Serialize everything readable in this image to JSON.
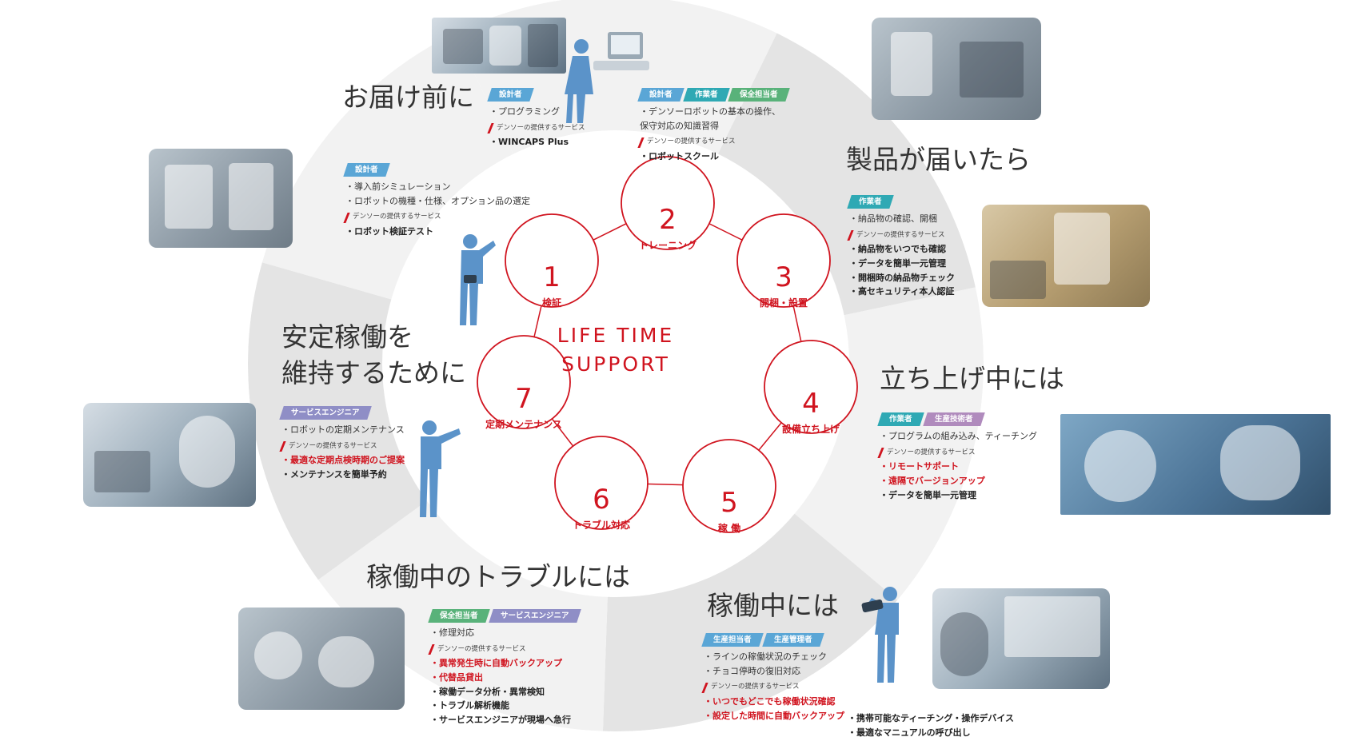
{
  "center_title": "LIFE TIME\nSUPPORT",
  "colors": {
    "accent": "#d0141f",
    "wheel_light": "#f2f2f2",
    "wheel_dark": "#e4e4e4",
    "figure": "#5b93c9"
  },
  "service_label": "デンソーの提供するサービス",
  "steps": [
    {
      "number": "1",
      "name": "検証"
    },
    {
      "number": "2",
      "name": "トレーニング"
    },
    {
      "number": "3",
      "name": "開梱・設置"
    },
    {
      "number": "4",
      "name": "設備立ち上げ"
    },
    {
      "number": "5",
      "name": "稼 働"
    },
    {
      "number": "6",
      "name": "トラブル対応"
    },
    {
      "number": "7",
      "name": "定期メンテナンス"
    }
  ],
  "sections": {
    "before_delivery": {
      "heading": "お届け前に",
      "programming": {
        "tags": [
          "設計者"
        ],
        "desc": [
          "プログラミング"
        ],
        "services": [
          "WINCAPS Plus"
        ]
      },
      "verification": {
        "tags": [
          "設計者"
        ],
        "desc": [
          "導入前シミュレーション",
          "ロボットの機種・仕様、オプション品の選定"
        ],
        "services": [
          "ロボット検証テスト"
        ]
      }
    },
    "training": {
      "tags": [
        "設計者",
        "作業者",
        "保全担当者"
      ],
      "desc": [
        "デンソーロボットの基本の操作、\n保守対応の知識習得"
      ],
      "services": [
        "ロボットスクール"
      ]
    },
    "on_arrival": {
      "heading": "製品が届いたら",
      "tags": [
        "作業者"
      ],
      "desc": [
        "納品物の確認、開梱"
      ],
      "services": [
        "納品物をいつでも確認",
        "データを簡単一元管理",
        "開梱時の納品物チェック",
        "高セキュリティ本人認証"
      ]
    },
    "startup": {
      "heading": "立ち上げ中には",
      "tags": [
        "作業者",
        "生産技術者"
      ],
      "desc": [
        "プログラムの組み込み、ティーチング"
      ],
      "services": [
        "リモートサポート",
        "遠隔でバージョンアップ",
        "データを簡単一元管理"
      ]
    },
    "in_operation": {
      "heading": "稼働中には",
      "tags": [
        "生産担当者",
        "生産管理者"
      ],
      "desc": [
        "ラインの稼働状況のチェック",
        "チョコ停時の復旧対応"
      ],
      "services_left": [
        "いつでもどこでも稼働状況確認",
        "設定した時間に自動バックアップ"
      ],
      "services_right": [
        "携帯可能なティーチング・操作デバイス",
        "最適なマニュアルの呼び出し"
      ]
    },
    "trouble": {
      "heading": "稼働中のトラブルには",
      "tags": [
        "保全担当者",
        "サービスエンジニア"
      ],
      "desc": [
        "修理対応"
      ],
      "services": [
        "異常発生時に自動バックアップ",
        "代替品貸出",
        "稼働データ分析・異常検知",
        "トラブル解析機能",
        "サービスエンジニアが現場へ急行"
      ]
    },
    "maintenance": {
      "heading": "安定稼働を\n維持するために",
      "tags": [
        "サービスエンジニア"
      ],
      "desc": [
        "ロボットの定期メンテナンス"
      ],
      "services": [
        "最適な定期点検時期のご提案",
        "メンテナンスを簡単予約"
      ]
    }
  }
}
